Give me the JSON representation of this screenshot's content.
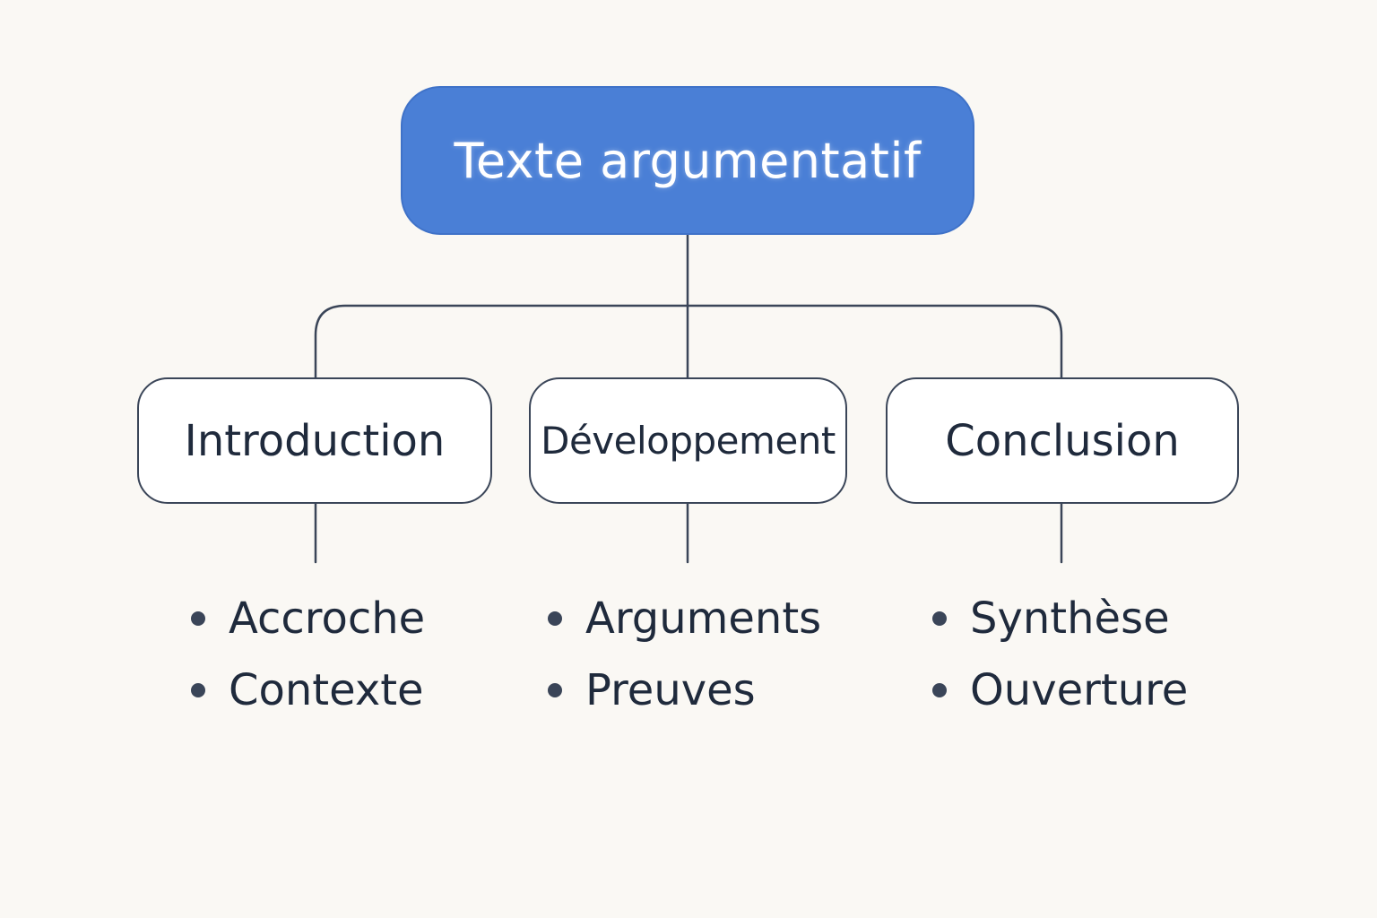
{
  "diagram": {
    "root": {
      "label": "Texte argumentatif"
    },
    "sections": [
      {
        "label": "Introduction",
        "items": [
          "Accroche",
          "Contexte"
        ]
      },
      {
        "label": "Développement",
        "items": [
          "Arguments",
          "Preuves"
        ]
      },
      {
        "label": "Conclusion",
        "items": [
          "Synthèse",
          "Ouverture"
        ]
      }
    ]
  },
  "colors": {
    "background": "#faf8f4",
    "root_fill": "#4a7fd6",
    "root_text": "#ffffff",
    "outline": "#3a4558",
    "text": "#1f2a3c"
  }
}
